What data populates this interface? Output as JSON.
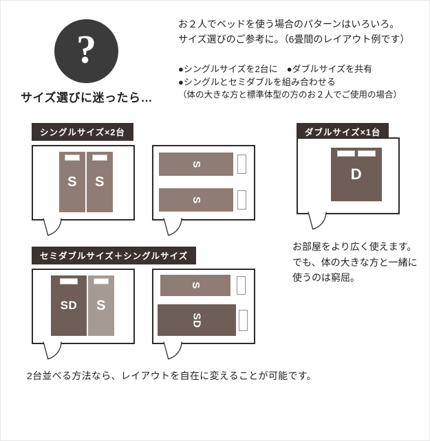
{
  "header": {
    "question_mark": "?",
    "caption": "サイズ選びに迷ったら…",
    "intro": [
      "お２人でベッドを使う場合のパターンはいろいろ。",
      "サイズ選びのご参考に。（6畳間のレイアウト例です）"
    ],
    "bullets": [
      "●シングルサイズを2台に　●ダブルサイズを共有",
      "●シングルとセミダブルを組み合わせる",
      "（体の大きな方と標準体型の方のお２人でご使用の場合）"
    ]
  },
  "labels": {
    "single_x2": "シングルサイズ×2台",
    "double_x1": "ダブルサイズ×1台",
    "semidouble_plus_single": "セミダブルサイズ＋シングルサイズ"
  },
  "beds": {
    "single": "S",
    "double": "D",
    "semi_double": "SD"
  },
  "notes": {
    "double_room": [
      "お部屋をより広く使えます。",
      "でも、体の大きな方と一緒に",
      "使うのは窮屈。"
    ],
    "footer": "2台並べる方法なら、レイアウトを自在に変えることが可能です。"
  },
  "colors": {
    "circle_bg": "#3c3b3b",
    "badge_bg": "#3b3230",
    "bed_single": "#8f7d75",
    "bed_dark": "#6e5e57",
    "bed_light": "#a59a94"
  }
}
